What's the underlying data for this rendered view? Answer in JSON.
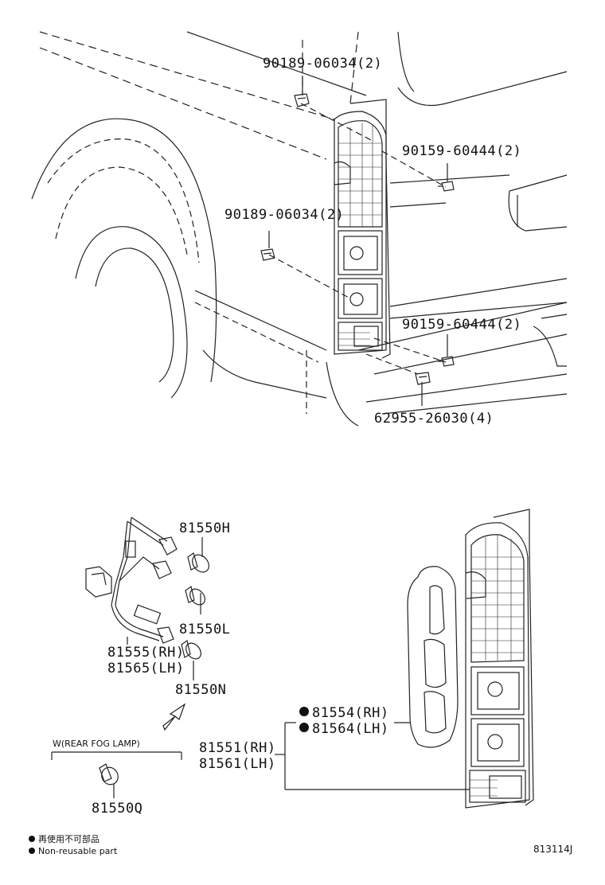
{
  "labels": {
    "p1": "90189-06034(2)",
    "p2": "90159-60444(2)",
    "p3": "90189-06034(2)",
    "p4": "90159-60444(2)",
    "p5": "62955-26030(4)",
    "p6": "81550H",
    "p7": "81550L",
    "p8a": "81555(RH)",
    "p8b": "81565(LH)",
    "p9": "81550N",
    "p10a": "81554(RH)",
    "p10b": "81564(LH)",
    "p11a": "81551(RH)",
    "p11b": "81561(LH)",
    "p12": "81550Q",
    "fog": "W(REAR FOG LAMP)"
  },
  "legend": {
    "line1": "再使用不可部品",
    "line2": "Non-reusable part"
  },
  "figure_number": "813114J"
}
